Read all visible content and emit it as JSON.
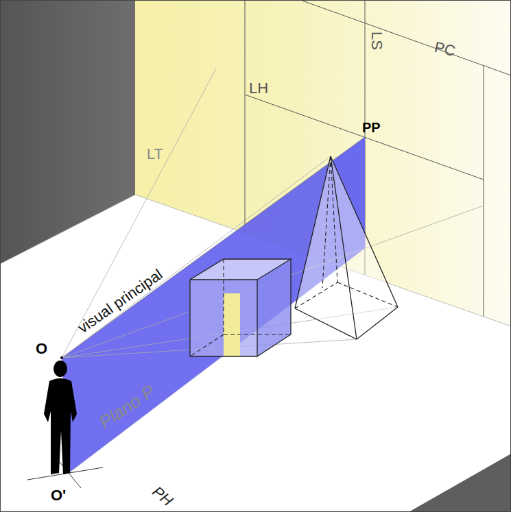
{
  "diagram": {
    "labels": [
      "LT",
      "LH",
      "LS",
      "PC",
      "PP",
      "visual principal",
      "O",
      "Plano P",
      "O'",
      "PH"
    ]
  }
}
